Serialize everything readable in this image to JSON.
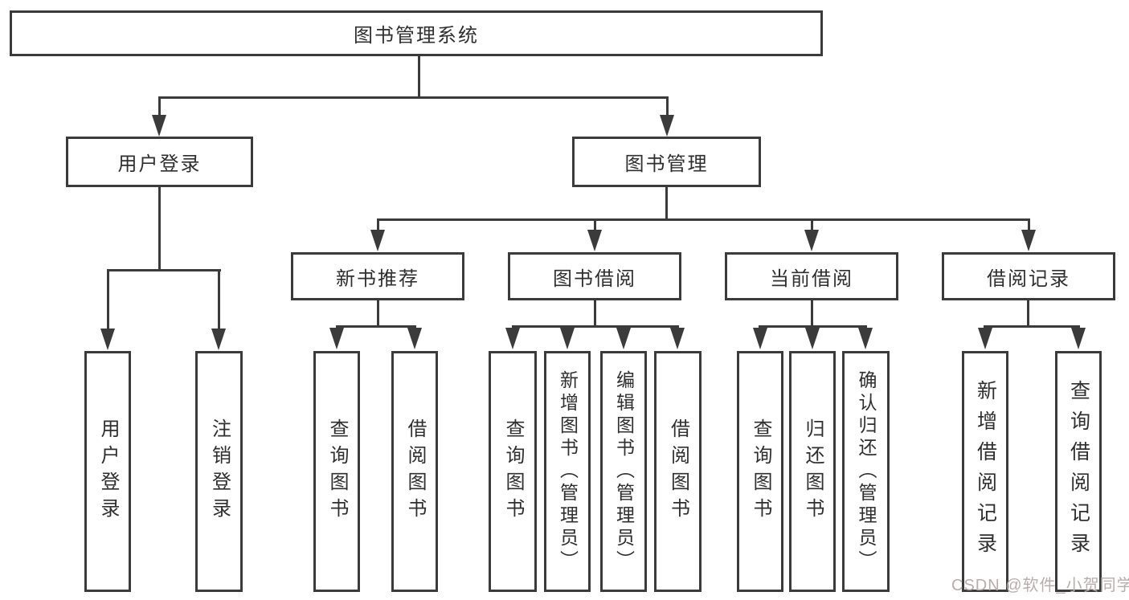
{
  "diagram": {
    "root": "图书管理系统",
    "level2": [
      "用户登录",
      "图书管理"
    ],
    "level3": [
      "新书推荐",
      "图书借阅",
      "当前借阅",
      "借阅记录"
    ],
    "leaves": {
      "login": [
        "用户登录",
        "注销登录"
      ],
      "recommend": [
        "查询图书",
        "借阅图书"
      ],
      "borrow": [
        "查询图书",
        "新增图书（管理员）",
        "编辑图书（管理员）",
        "借阅图书"
      ],
      "current": [
        "查询图书",
        "归还图书",
        "确认归还（管理员）"
      ],
      "records": [
        "新增借阅记录",
        "查询借阅记录"
      ]
    }
  },
  "watermark": "CSDN @软件_小贺同学",
  "colors": {
    "line": "#3b3b3b",
    "text": "#2f2f2f",
    "watermark": "#b9adad",
    "background": "#ffffff"
  }
}
